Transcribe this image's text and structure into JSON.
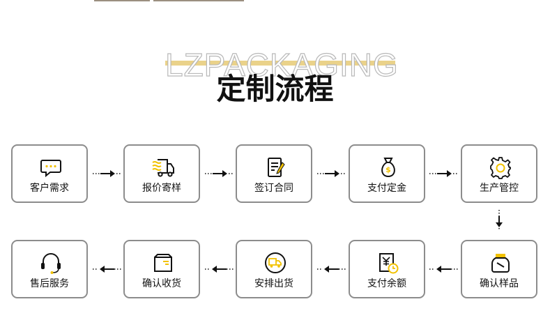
{
  "header": {
    "watermark": "LZPACKAGING",
    "title": "定制流程"
  },
  "colors": {
    "accent": "#f2c200",
    "box_border": "#8c8c8c",
    "text": "#111111",
    "highlight_bar": "#ead28a"
  },
  "steps": [
    {
      "label": "客户需求",
      "icon": "chat-bubble-icon"
    },
    {
      "label": "报价寄样",
      "icon": "delivery-truck-icon"
    },
    {
      "label": "签订合同",
      "icon": "contract-pen-icon"
    },
    {
      "label": "支付定金",
      "icon": "money-bag-icon"
    },
    {
      "label": "生产管控",
      "icon": "gear-icon"
    },
    {
      "label": "确认样品",
      "icon": "sample-jar-icon"
    },
    {
      "label": "支付余额",
      "icon": "invoice-clock-icon"
    },
    {
      "label": "安排出货",
      "icon": "shipping-truck-circle-icon"
    },
    {
      "label": "确认收货",
      "icon": "receive-box-icon"
    },
    {
      "label": "售后服务",
      "icon": "headset-icon"
    }
  ]
}
